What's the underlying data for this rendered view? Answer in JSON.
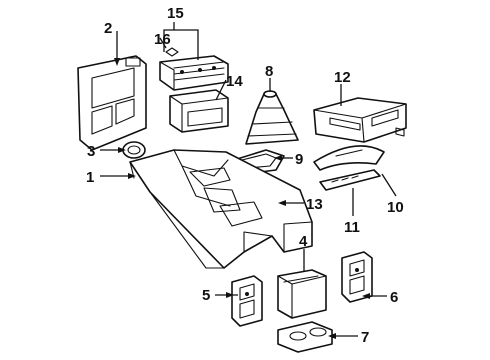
{
  "diagram": {
    "callouts": [
      {
        "id": "c1",
        "number": "1"
      },
      {
        "id": "c2",
        "number": "2"
      },
      {
        "id": "c3",
        "number": "3"
      },
      {
        "id": "c4",
        "number": "4"
      },
      {
        "id": "c5",
        "number": "5"
      },
      {
        "id": "c6",
        "number": "6"
      },
      {
        "id": "c7",
        "number": "7"
      },
      {
        "id": "c8",
        "number": "8"
      },
      {
        "id": "c9",
        "number": "9"
      },
      {
        "id": "c10",
        "number": "10"
      },
      {
        "id": "c11",
        "number": "11"
      },
      {
        "id": "c12",
        "number": "12"
      },
      {
        "id": "c13",
        "number": "13"
      },
      {
        "id": "c14",
        "number": "14"
      },
      {
        "id": "c15",
        "number": "15"
      },
      {
        "id": "c16",
        "number": "16"
      }
    ]
  }
}
